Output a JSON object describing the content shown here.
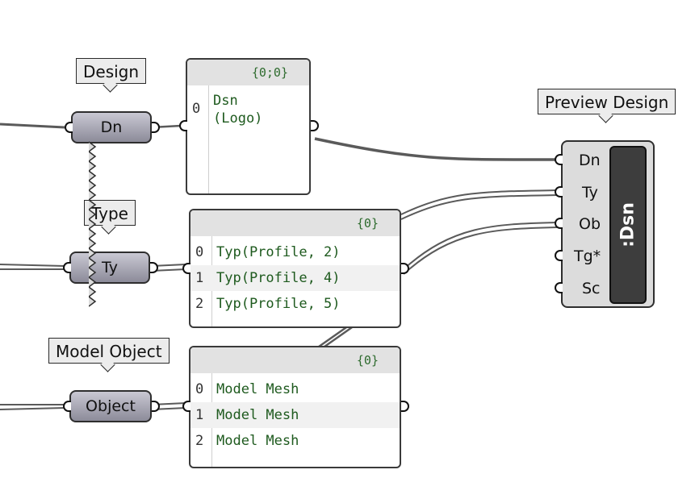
{
  "bubbles": {
    "design": "Design",
    "type": "Type",
    "model_object": "Model Object",
    "preview_design": "Preview Design"
  },
  "params": {
    "dn": "Dn",
    "ty": "Ty",
    "object": "Object"
  },
  "panels": {
    "design": {
      "header": "{0;0}",
      "rows": [
        {
          "index": "0",
          "text": "Dsn\n(Logo)"
        }
      ]
    },
    "type": {
      "header": "{0}",
      "rows": [
        {
          "index": "0",
          "text": "Typ(Profile, 2)"
        },
        {
          "index": "1",
          "text": "Typ(Profile, 4)"
        },
        {
          "index": "2",
          "text": "Typ(Profile, 5)"
        }
      ]
    },
    "object": {
      "header": "{0}",
      "rows": [
        {
          "index": "0",
          "text": "Model Mesh"
        },
        {
          "index": "1",
          "text": "Model Mesh"
        },
        {
          "index": "2",
          "text": "Model Mesh"
        }
      ]
    }
  },
  "component": {
    "name": ":Dsn",
    "inputs": [
      "Dn",
      "Ty",
      "Ob",
      "Tg*",
      "Sc"
    ]
  },
  "colors": {
    "wire": "#5a5a5a",
    "panel_text": "#1e5a1e",
    "component_core": "#3d3d3d"
  }
}
